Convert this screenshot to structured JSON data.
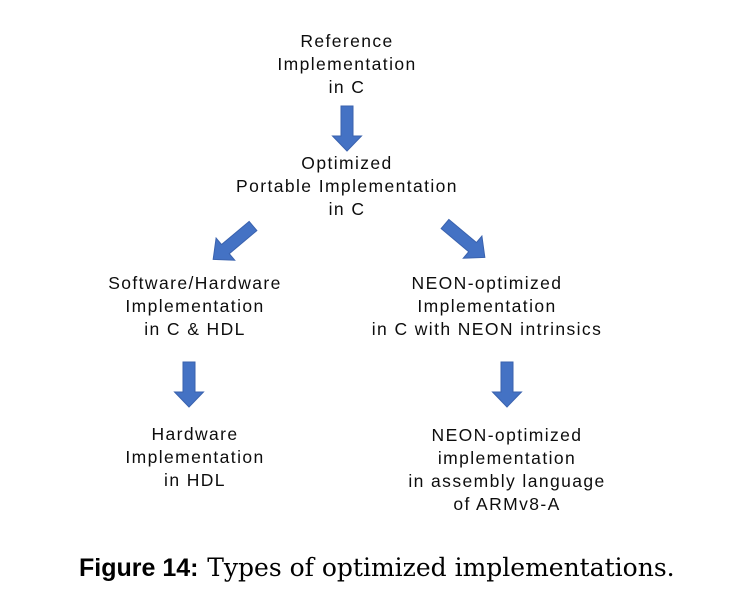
{
  "diagram": {
    "nodes": {
      "reference": {
        "text": "Reference\nImplementation\nin C"
      },
      "optimized_portable": {
        "text": "Optimized\nPortable Implementation\nin C"
      },
      "software_hardware": {
        "text": "Software/Hardware\nImplementation\nin C & HDL"
      },
      "neon_intrinsics": {
        "text": "NEON-optimized\nImplementation\nin C with NEON intrinsics"
      },
      "hardware_hdl": {
        "text": "Hardware\nImplementation\nin HDL"
      },
      "neon_assembly": {
        "text": "NEON-optimized\nimplementation\nin assembly language\nof ARMv8-A"
      }
    },
    "flows": [
      {
        "from": "reference",
        "to": "optimized_portable",
        "direction": "down"
      },
      {
        "from": "optimized_portable",
        "to": "software_hardware",
        "direction": "down-left"
      },
      {
        "from": "optimized_portable",
        "to": "neon_intrinsics",
        "direction": "down-right"
      },
      {
        "from": "software_hardware",
        "to": "hardware_hdl",
        "direction": "down"
      },
      {
        "from": "neon_intrinsics",
        "to": "neon_assembly",
        "direction": "down"
      }
    ],
    "colors": {
      "arrow_fill": "#4472C4",
      "arrow_stroke": "#3A62AE",
      "text": "#0d0d0d"
    }
  },
  "caption": {
    "label": "Figure 14:",
    "text": "Types of optimized implementations."
  }
}
